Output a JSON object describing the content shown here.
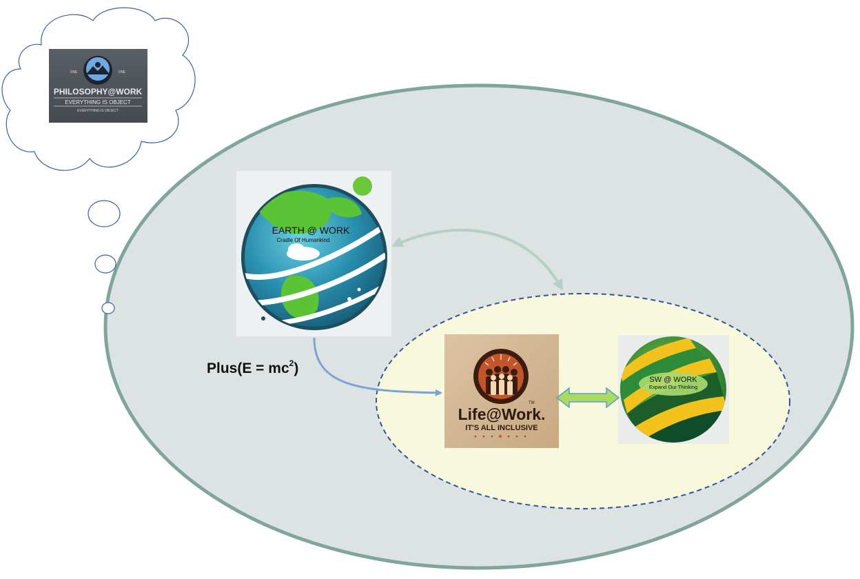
{
  "philosophy_logo": {
    "top_left": "ONE",
    "top_right": "ONE",
    "title": "PHILOSOPHY@WORK",
    "tagline": "EVERYTHING IS OBJECT",
    "subtagline": "EVERYTHING IS OBJECT"
  },
  "earth_logo": {
    "title": "EARTH @ WORK",
    "subtitle": "Cradle Of Humankind"
  },
  "life_logo": {
    "title": "Life@Work.",
    "trademark": "TM",
    "tagline": "IT'S ALL INCLUSIVE"
  },
  "sw_logo": {
    "title": "SW @ WORK",
    "subtitle": "Expand Our Thinking"
  },
  "formula": {
    "prefix": "Plus(E = mc",
    "exponent": "2",
    "suffix": ")"
  },
  "colors": {
    "outer_ellipse_fill": "#dde3e3",
    "outer_ellipse_stroke": "#7fa59c",
    "inner_ellipse_fill": "#f7f8dc",
    "inner_ellipse_stroke": "#2f5597",
    "connector_blue": "#7ba3d6",
    "connector_teal": "#b5cfc5",
    "double_arrow_fill": "#a8db5e",
    "double_arrow_stroke": "#5c9ad1",
    "cloud_stroke": "#3a62a5"
  }
}
